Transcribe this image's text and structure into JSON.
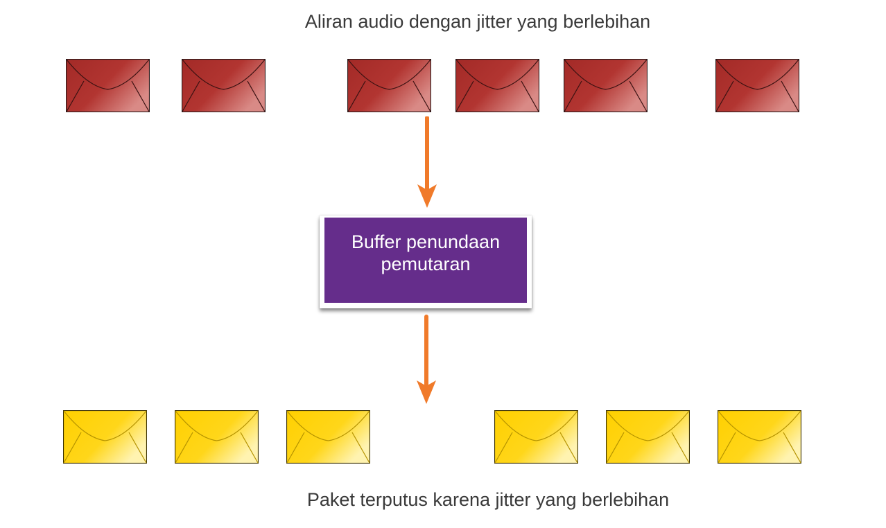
{
  "top_caption": "Aliran audio dengan jitter yang berlebihan",
  "bottom_caption": "Paket terputus karena jitter yang berlebihan",
  "buffer": {
    "label": "Buffer penundaan pemutaran"
  },
  "colors": {
    "red_envelope": "#b5322f",
    "yellow_envelope": "#ffd100",
    "arrow": "#f07a2a",
    "buffer_box": "#652d8b"
  },
  "icons": {
    "incoming_packet": "red-envelope-icon",
    "output_packet": "yellow-envelope-icon",
    "flow_arrow": "down-arrow-icon"
  }
}
